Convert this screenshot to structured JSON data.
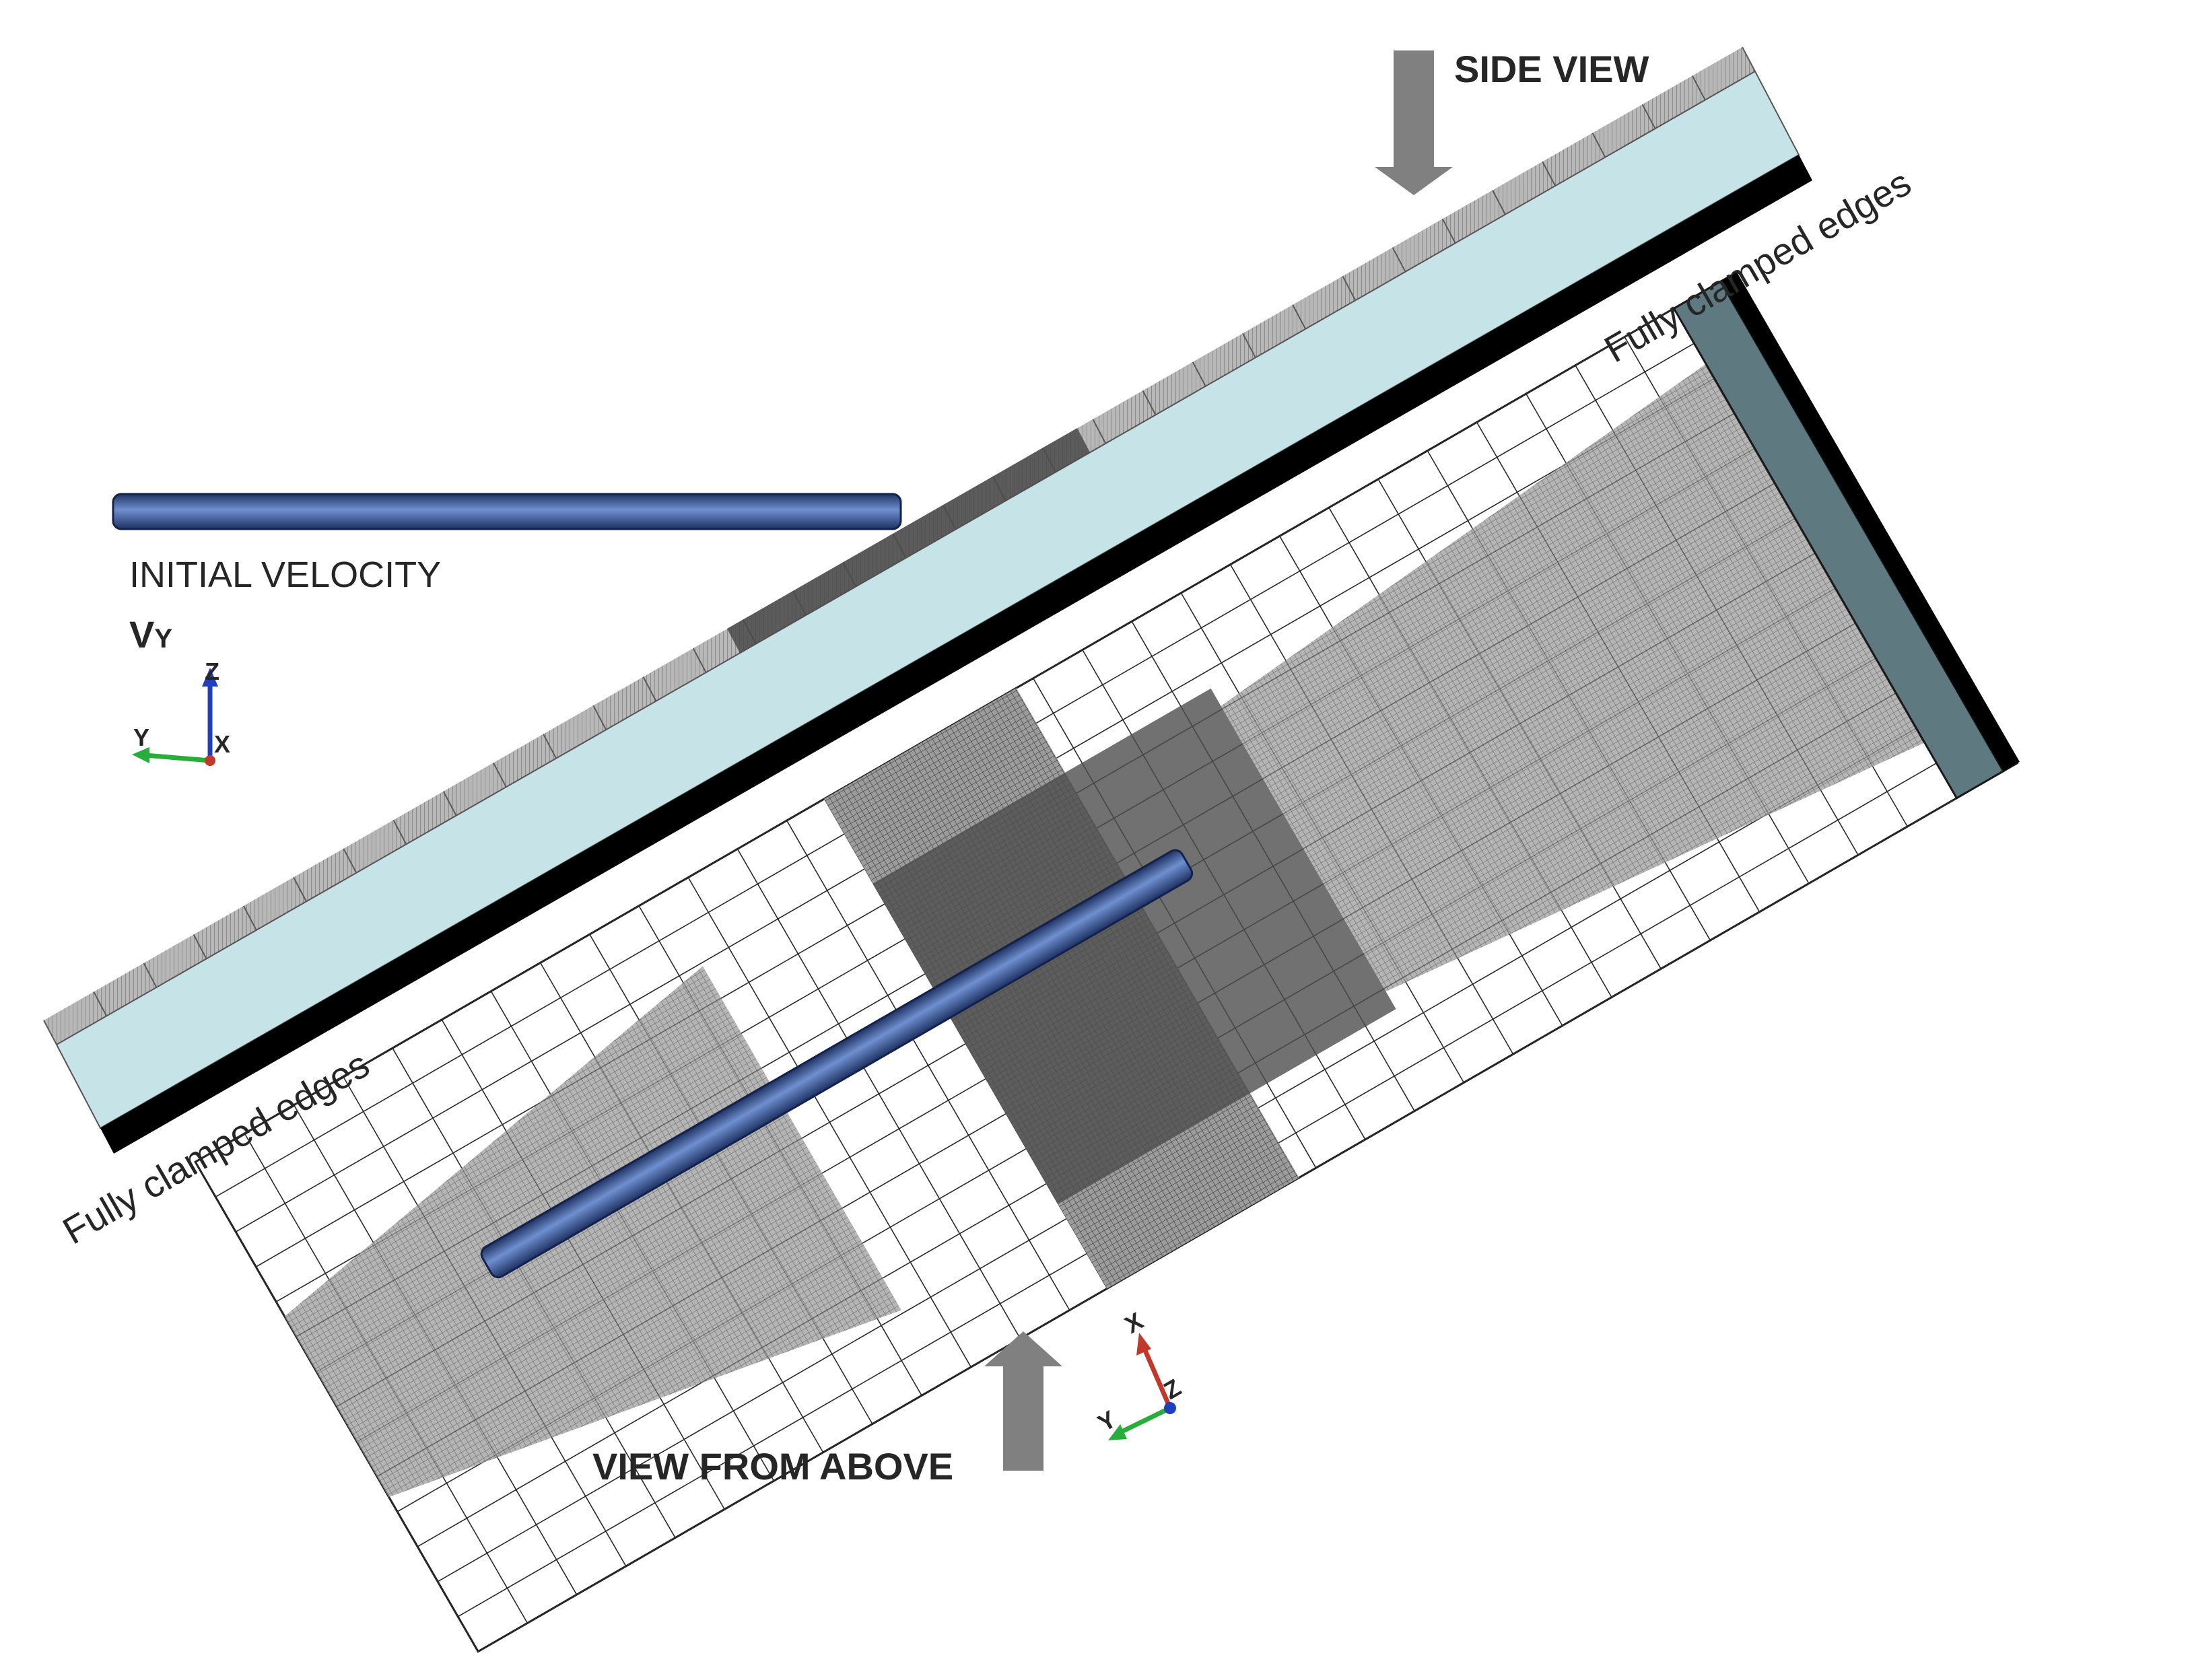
{
  "labels": {
    "side_view": "SIDE VIEW",
    "view_from_above": "VIEW FROM ABOVE",
    "clamped_top": "Fully clamped edges",
    "clamped_bottom": "Fully clamped edges",
    "initial_velocity": "INITIAL VELOCITY",
    "velocity_main": "V",
    "velocity_sub": "Y"
  },
  "triads": {
    "side": {
      "up": "Z",
      "left": "Y",
      "center": "X"
    },
    "top": {
      "up": "X",
      "left": "Y",
      "center": "Z"
    }
  },
  "colors": {
    "projectile": "#3a5a9a",
    "fluid_layer": "#c6e3e8",
    "plate": "#8a8a8a",
    "clamp": "#000000",
    "clamp_block": "#5e7a80",
    "arrow": "#808080",
    "axis_x": "#c0392b",
    "axis_y": "#27ae3a",
    "axis_z": "#1f3fbf"
  }
}
